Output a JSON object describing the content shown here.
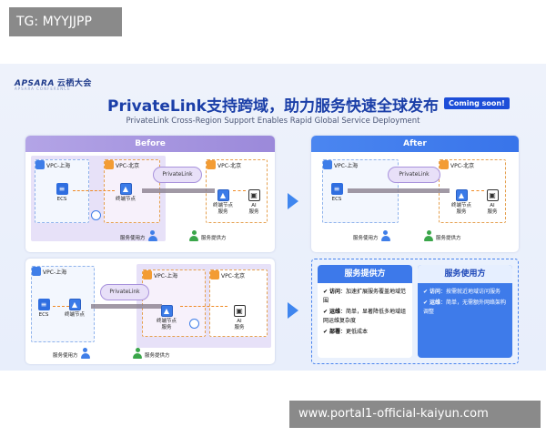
{
  "overlay": {
    "tag": "TG: MYYJJPP",
    "url": "www.portal1-official-kaiyun.com"
  },
  "slide": {
    "logo": "APSARA",
    "logo_cn": "云栖大会",
    "logo_sub": "APSARA CONFERENCE",
    "title": "PrivateLink支持跨域，助力服务快速全球发布",
    "badge": "Coming soon!",
    "subtitle": "PrivateLink Cross-Region Support Enables Rapid Global Service Deployment"
  },
  "before": {
    "header": "Before",
    "vpc_sh": "VPC-上海",
    "vpc_bj": "VPC-北京",
    "vpc_bj2": "VPC-北京",
    "ecs": "ECS",
    "endpoint": "终端节点",
    "cloud": "PrivateLink",
    "endpoint_service": "终端节点\n服务",
    "ai": "AI\n服务",
    "consumer": "服务使用方",
    "provider": "服务提供方"
  },
  "after": {
    "header": "After",
    "vpc_sh": "VPC-上海",
    "vpc_bj": "VPC-北京",
    "ecs": "ECS",
    "cloud": "PrivateLink",
    "endpoint_service": "终端节点\n服务",
    "ai": "AI\n服务",
    "consumer": "服务使用方",
    "provider": "服务提供方"
  },
  "before2": {
    "vpc_sh": "VPC-上海",
    "vpc_sh2": "VPC-上海",
    "vpc_bj": "VPC-北京",
    "ecs": "ECS",
    "endpoint": "终端节点",
    "cloud": "PrivateLink",
    "endpoint_service": "终端节点\n服务",
    "ai": "AI\n服务",
    "consumer": "服务使用方",
    "provider": "服务提供方"
  },
  "summary": {
    "provider_title": "服务提供方",
    "provider_items": [
      {
        "k": "访问",
        "v": "：加速扩展服务覆盖地域范围"
      },
      {
        "k": "运维",
        "v": "：简单，显著降低多地域组网运维复杂度"
      },
      {
        "k": "部署",
        "v": "：更低成本"
      }
    ],
    "consumer_title": "服务使用方",
    "consumer_items": [
      {
        "k": "访问",
        "v": "：按需就近地域访问服务"
      },
      {
        "k": "运维",
        "v": "：简单，无需额外网络架构调整"
      }
    ]
  },
  "colors": {
    "brand": "#1b3fa8",
    "accent": "#3d79ea",
    "before": "#9b89da",
    "link": "#f08a24"
  }
}
